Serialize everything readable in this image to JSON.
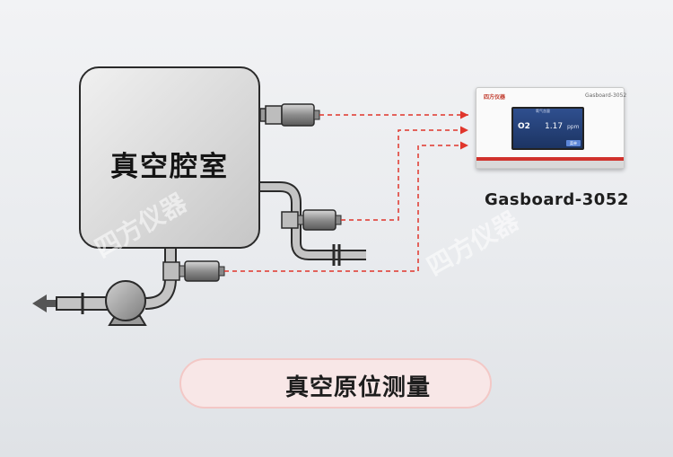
{
  "chamber": {
    "label": "真空腔室"
  },
  "analyzer": {
    "brand": "四方仪器",
    "model_small": "Gasboard-3052",
    "screen_title": "氧气含量",
    "reading_name": "O2",
    "reading_value": "1.17",
    "reading_unit": "ppm",
    "button_label": "菜单"
  },
  "model_label": "Gasboard-3052",
  "watermark": "四方仪器",
  "caption": "真空原位测量",
  "colors": {
    "accent_red": "#d0322c",
    "pipe_gray": "#b5b5b5",
    "dashed_line": "#e0352b",
    "pill_bg": "#f8e7e7"
  }
}
